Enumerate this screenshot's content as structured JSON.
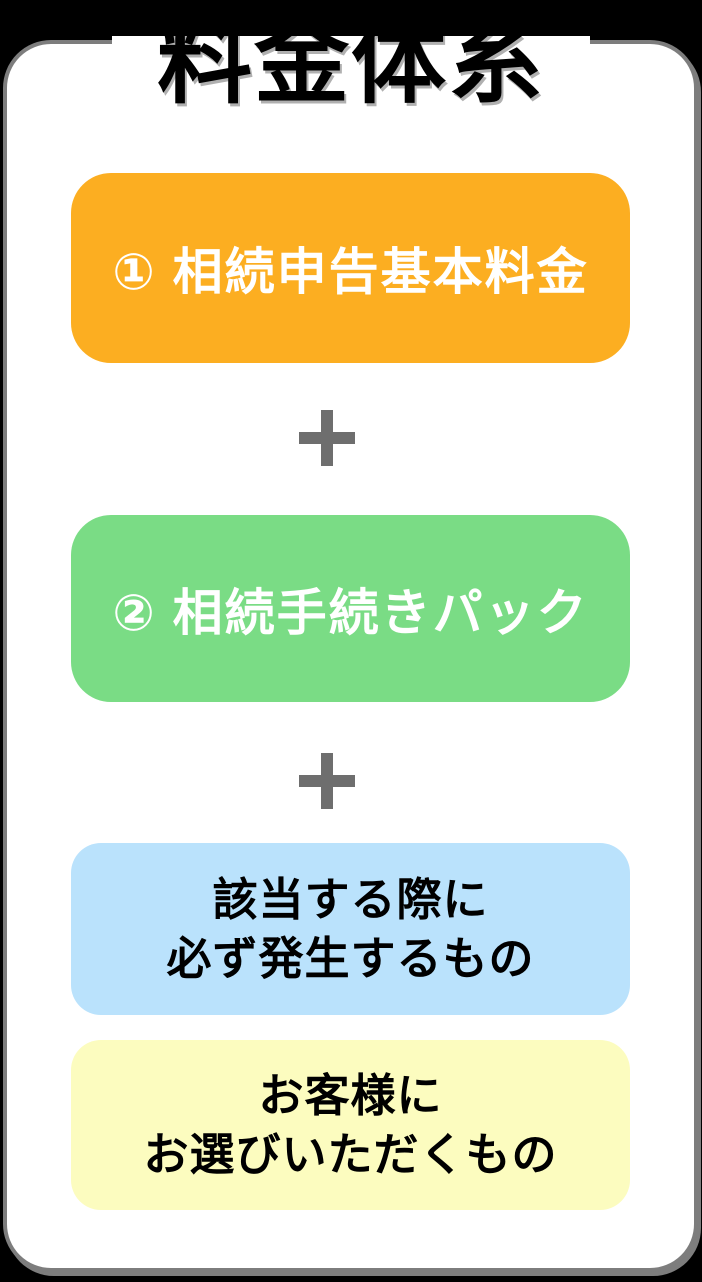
{
  "page": {
    "background_color": "#000000",
    "card": {
      "background": "#ffffff",
      "border_color": "#7d7d7d",
      "shadow_color": "#7d7d7d"
    }
  },
  "title": {
    "text": "料金体系",
    "color": "#000000"
  },
  "diagram": {
    "separator_icon": "plus-icon",
    "separator_glyph": "+",
    "separator_color": "#6e6e6e",
    "items": [
      {
        "id": "basic-fee",
        "label": "① 相続申告基本料金",
        "background": "#FCAE21",
        "text_color": "#ffffff"
      },
      {
        "id": "procedure-pack",
        "label": "② 相続手続きパック",
        "background": "#7ADC85",
        "text_color": "#ffffff"
      },
      {
        "id": "mandatory-when-applicable",
        "lines": [
          "該当する際に",
          "必ず発生するもの"
        ],
        "background": "#BAE2FC",
        "text_color": "#000000"
      },
      {
        "id": "customer-selected",
        "lines": [
          "お客様に",
          "お選びいただくもの"
        ],
        "background": "#FCFCBF",
        "text_color": "#000000"
      }
    ]
  }
}
